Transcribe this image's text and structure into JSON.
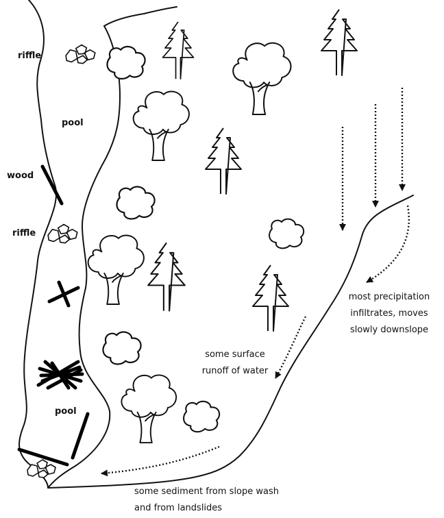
{
  "labels": {
    "riffle_top": "riffle",
    "pool_top": "pool",
    "wood": "wood",
    "riffle_mid": "riffle",
    "pool_bottom": "pool"
  },
  "notes": {
    "precip": [
      "most precipitation",
      "infiltrates, moves",
      "slowly downslope"
    ],
    "runoff": [
      "some surface",
      "runoff of water"
    ],
    "sediment": [
      "some sediment from slope wash",
      "and from landslides"
    ]
  }
}
